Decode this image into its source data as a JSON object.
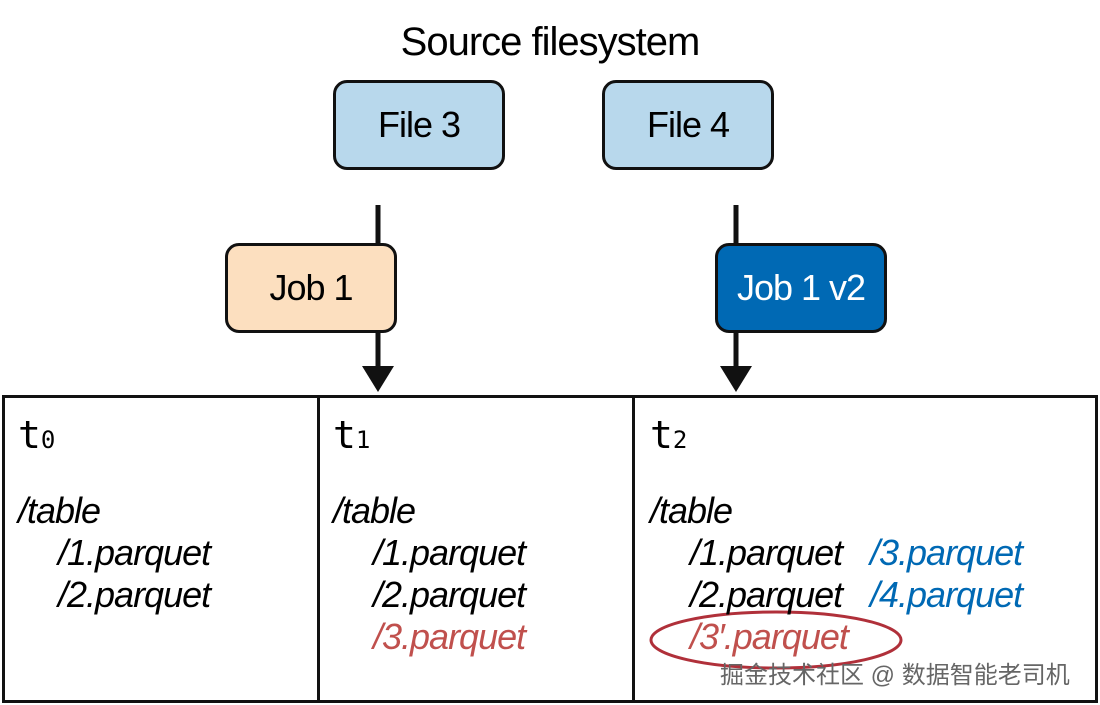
{
  "source": {
    "title": "Source filesystem",
    "files": [
      "File 3",
      "File 4"
    ]
  },
  "jobs": {
    "job1": "Job 1",
    "job1v2": "Job 1 v2"
  },
  "panels": [
    {
      "label": "t",
      "sub": "0",
      "dir": "/table",
      "files": [
        "/1.parquet",
        "/2.parquet"
      ]
    },
    {
      "label": "t",
      "sub": "1",
      "dir": "/table",
      "files": [
        "/1.parquet",
        "/2.parquet",
        "/3.parquet"
      ]
    },
    {
      "label": "t",
      "sub": "2",
      "dir": "/table",
      "files": [
        "/1.parquet",
        "/2.parquet",
        "/3′.parquet"
      ],
      "new_files": [
        "/3.parquet",
        "/4.parquet"
      ]
    }
  ],
  "colors": {
    "job1_fill": "#fcdfbf",
    "job1v2_fill": "#0069b4",
    "file_fill": "#b8d8ec",
    "highlight_red": "#c0504d",
    "new_blue": "#0069b4"
  },
  "watermark": "掘金技术社区 @ 数据智能老司机"
}
